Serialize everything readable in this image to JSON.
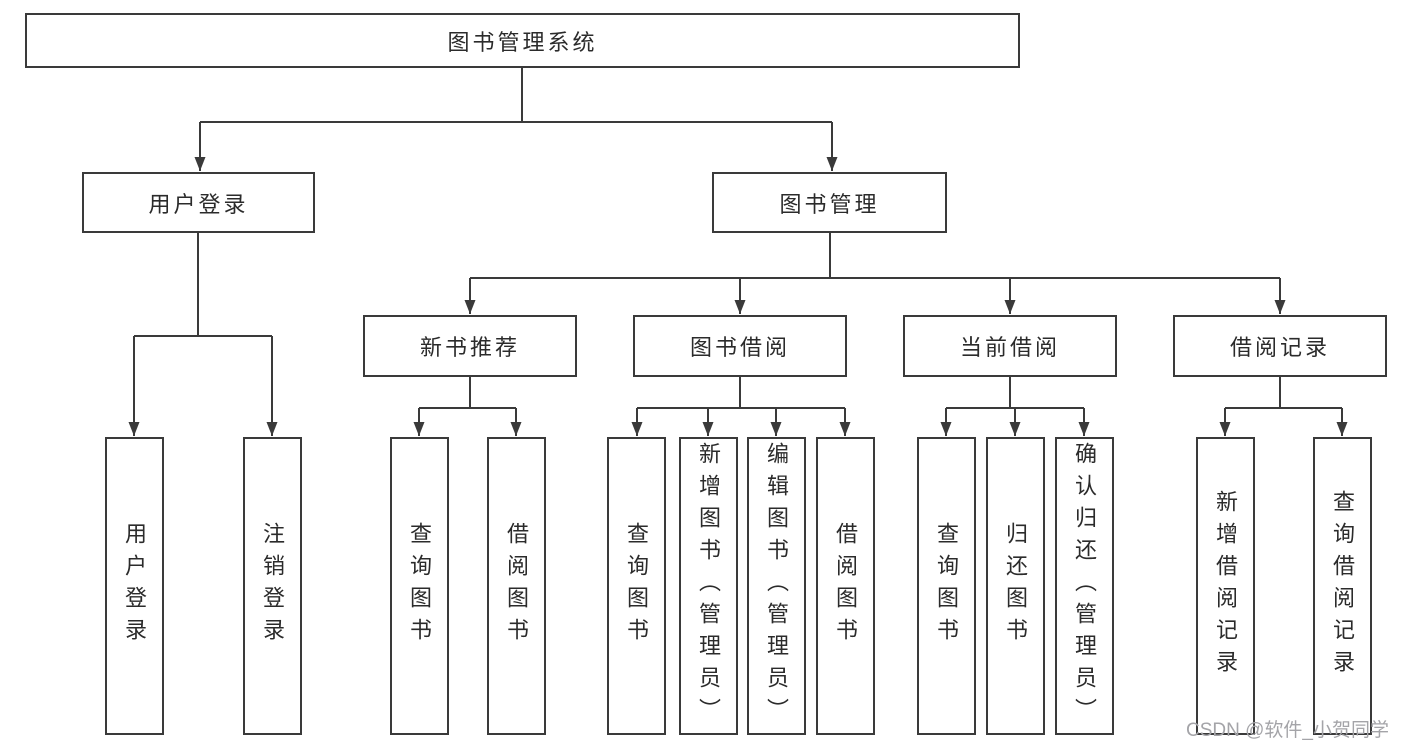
{
  "tree": {
    "root": "图书管理系统",
    "level2": [
      "用户登录",
      "图书管理"
    ],
    "level3": [
      "新书推荐",
      "图书借阅",
      "当前借阅",
      "借阅记录"
    ],
    "leaves": [
      [
        "用户登录",
        "注销登录"
      ],
      [
        "查询图书",
        "借阅图书"
      ],
      [
        "查询图书",
        "新增图书（管理员）",
        "编辑图书（管理员）",
        "借阅图书"
      ],
      [
        "查询图书",
        "归还图书",
        "确认归还（管理员）"
      ],
      [
        "新增借阅记录",
        "查询借阅记录"
      ]
    ]
  },
  "watermark": "CSDN @软件_小贺同学",
  "colors": {
    "line": "#3a3a3a",
    "box_border": "#3a3a3a",
    "box_fill": "#ffffff",
    "text": "#2b2b2b",
    "watermark": "#a4a4a8",
    "background": "#ffffff"
  }
}
